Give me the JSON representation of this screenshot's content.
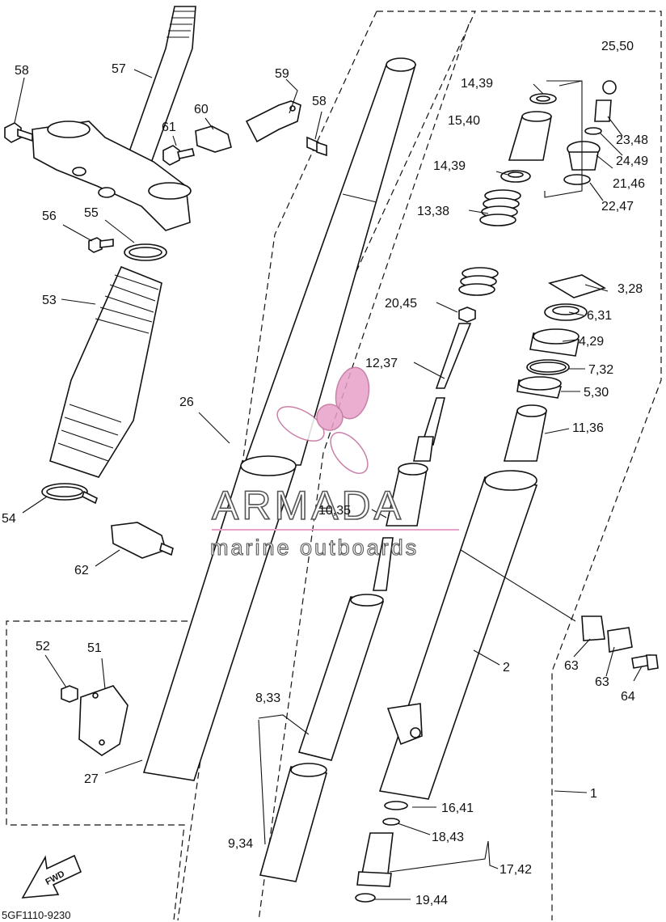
{
  "diagram": {
    "drawing_code": "5GF1110-9230",
    "fwd_label": "FWD",
    "watermark": {
      "brand": "ARMADA",
      "tagline": "marine outboards",
      "brand_color": "#e8a0c8"
    },
    "callouts": [
      {
        "id": "p58a",
        "text": "58"
      },
      {
        "id": "p57",
        "text": "57"
      },
      {
        "id": "p59",
        "text": "59"
      },
      {
        "id": "p58b",
        "text": "58"
      },
      {
        "id": "p60",
        "text": "60"
      },
      {
        "id": "p61",
        "text": "61"
      },
      {
        "id": "p56",
        "text": "56"
      },
      {
        "id": "p55",
        "text": "55"
      },
      {
        "id": "p53",
        "text": "53"
      },
      {
        "id": "p26",
        "text": "26"
      },
      {
        "id": "p54",
        "text": "54"
      },
      {
        "id": "p62",
        "text": "62"
      },
      {
        "id": "p52",
        "text": "52"
      },
      {
        "id": "p51",
        "text": "51"
      },
      {
        "id": "p27",
        "text": "27"
      },
      {
        "id": "p25",
        "text": "25,50"
      },
      {
        "id": "p14a",
        "text": "14,39"
      },
      {
        "id": "p15",
        "text": "15,40"
      },
      {
        "id": "p14b",
        "text": "14,39"
      },
      {
        "id": "p23",
        "text": "23,48"
      },
      {
        "id": "p24",
        "text": "24,49"
      },
      {
        "id": "p21",
        "text": "21,46"
      },
      {
        "id": "p22",
        "text": "22,47"
      },
      {
        "id": "p13",
        "text": "13,38"
      },
      {
        "id": "p3",
        "text": "3,28"
      },
      {
        "id": "p20",
        "text": "20,45"
      },
      {
        "id": "p6",
        "text": "6,31"
      },
      {
        "id": "p4",
        "text": "4,29"
      },
      {
        "id": "p12",
        "text": "12,37"
      },
      {
        "id": "p7",
        "text": "7,32"
      },
      {
        "id": "p5",
        "text": "5,30"
      },
      {
        "id": "p11",
        "text": "11,36"
      },
      {
        "id": "p10",
        "text": "10,35"
      },
      {
        "id": "p2",
        "text": "2"
      },
      {
        "id": "p63a",
        "text": "63"
      },
      {
        "id": "p63b",
        "text": "63"
      },
      {
        "id": "p64",
        "text": "64"
      },
      {
        "id": "p8",
        "text": "8,33"
      },
      {
        "id": "p1",
        "text": "1"
      },
      {
        "id": "p16",
        "text": "16,41"
      },
      {
        "id": "p18",
        "text": "18,43"
      },
      {
        "id": "p9",
        "text": "9,34"
      },
      {
        "id": "p17",
        "text": "17,42"
      },
      {
        "id": "p19",
        "text": "19,44"
      }
    ]
  }
}
